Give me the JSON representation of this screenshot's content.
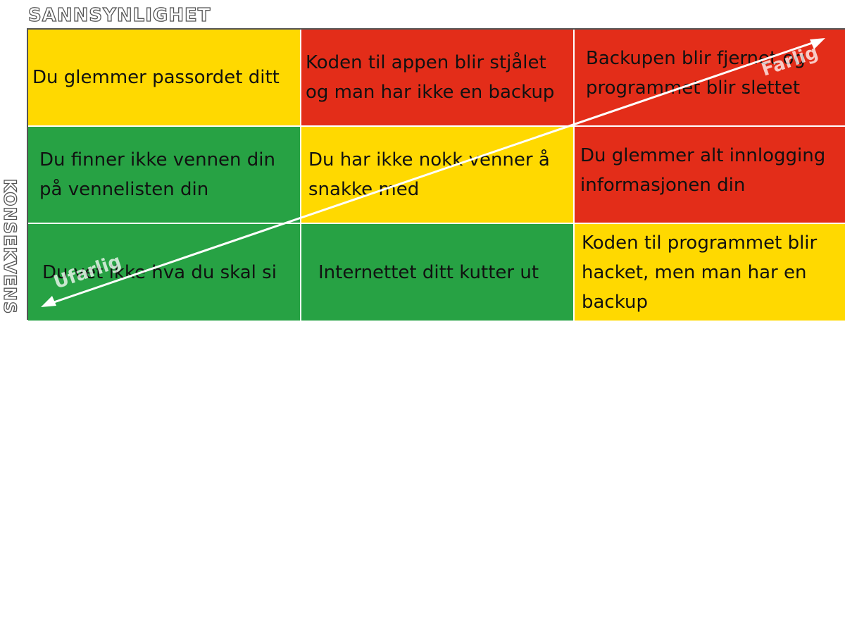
{
  "axes": {
    "x_label": "SANNSYNLIGHET",
    "y_label": "KONSEKVENS"
  },
  "arrows": {
    "up_label": "Farlig",
    "down_label": "Ufarlig"
  },
  "colors": {
    "yellow": "#ffd900",
    "red": "#e32d19",
    "green": "#27a244",
    "axis": "#555555"
  },
  "matrix": {
    "rows": [
      {
        "cells": [
          {
            "text": "Du glemmer passordet ditt",
            "color": "yellow"
          },
          {
            "text": "Koden til appen blir stjålet og man har ikke en backup",
            "color": "red"
          },
          {
            "text": "Backupen blir fjernet og programmet blir slettet",
            "color": "red"
          }
        ]
      },
      {
        "cells": [
          {
            "text": "Du finner ikke vennen din på vennelisten din",
            "color": "green"
          },
          {
            "text": "Du har ikke nokk venner å snakke med",
            "color": "yellow"
          },
          {
            "text": "Du glemmer alt innlogging informasjonen din",
            "color": "red"
          }
        ]
      },
      {
        "cells": [
          {
            "text": "Du vet ikke hva du skal si",
            "color": "green"
          },
          {
            "text": "Internettet ditt kutter ut",
            "color": "green"
          },
          {
            "text": "Koden til programmet blir hacket, men man har en backup",
            "color": "yellow"
          }
        ]
      }
    ]
  }
}
